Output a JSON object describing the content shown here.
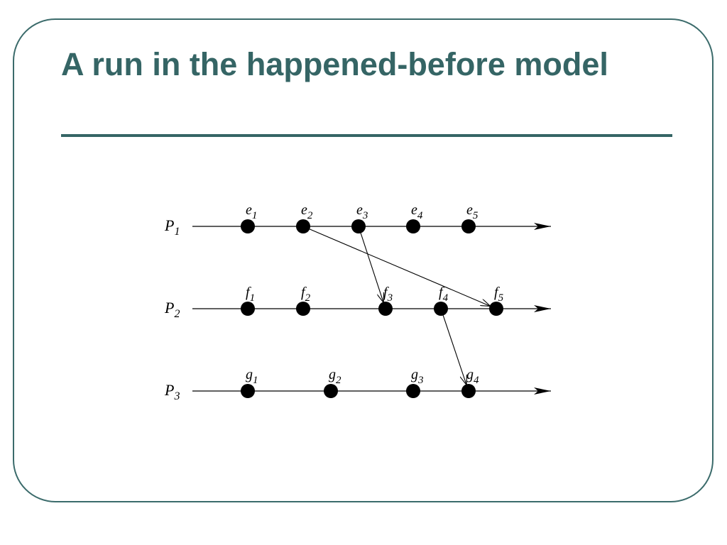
{
  "slide": {
    "title": "A run in the happened-before model"
  },
  "diagram": {
    "processes": [
      {
        "id": "P1",
        "label": "P",
        "subscript": "1",
        "events": [
          {
            "id": "e1",
            "letter": "e",
            "sub": "1"
          },
          {
            "id": "e2",
            "letter": "e",
            "sub": "2"
          },
          {
            "id": "e3",
            "letter": "e",
            "sub": "3"
          },
          {
            "id": "e4",
            "letter": "e",
            "sub": "4"
          },
          {
            "id": "e5",
            "letter": "e",
            "sub": "5"
          }
        ]
      },
      {
        "id": "P2",
        "label": "P",
        "subscript": "2",
        "events": [
          {
            "id": "f1",
            "letter": "f",
            "sub": "1"
          },
          {
            "id": "f2",
            "letter": "f",
            "sub": "2"
          },
          {
            "id": "f3",
            "letter": "f",
            "sub": "3"
          },
          {
            "id": "f4",
            "letter": "f",
            "sub": "4"
          },
          {
            "id": "f5",
            "letter": "f",
            "sub": "5"
          }
        ]
      },
      {
        "id": "P3",
        "label": "P",
        "subscript": "3",
        "events": [
          {
            "id": "g1",
            "letter": "g",
            "sub": "1"
          },
          {
            "id": "g2",
            "letter": "g",
            "sub": "2"
          },
          {
            "id": "g3",
            "letter": "g",
            "sub": "3"
          },
          {
            "id": "g4",
            "letter": "g",
            "sub": "4"
          }
        ]
      }
    ],
    "messages": [
      {
        "from": "e2",
        "to": "f5"
      },
      {
        "from": "e3",
        "to": "f3"
      },
      {
        "from": "f4",
        "to": "g4"
      }
    ]
  }
}
